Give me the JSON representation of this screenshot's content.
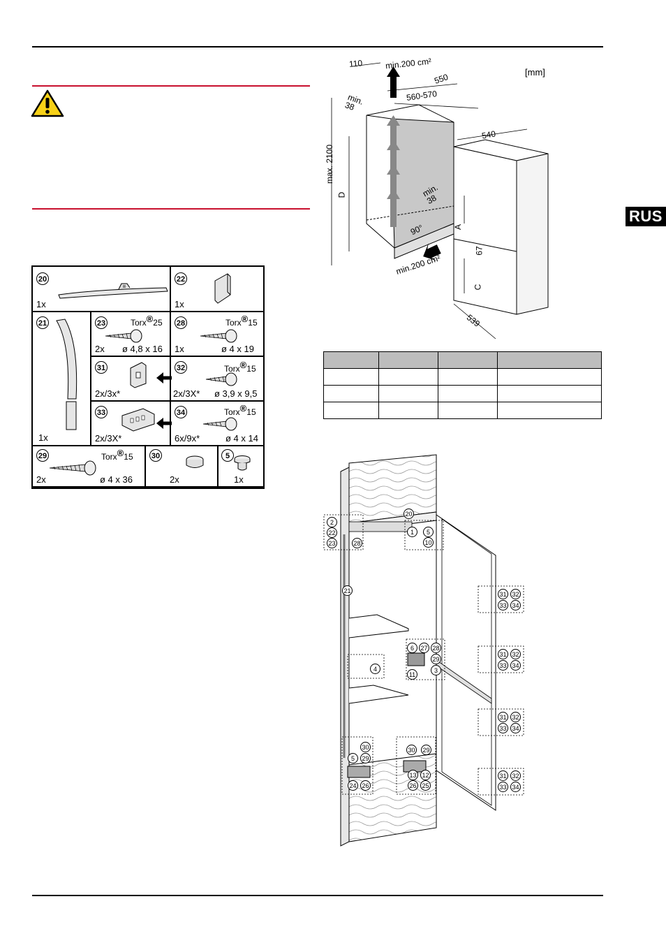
{
  "language_tab": "RUS",
  "parts": [
    {
      "num": "20",
      "qty": "1x"
    },
    {
      "num": "22",
      "qty": "1x"
    },
    {
      "num": "21",
      "qty": "1x"
    },
    {
      "num": "23",
      "qty": "2x",
      "torx": "Torx",
      "torx_size": "25",
      "spec": "ø 4,8 x 16"
    },
    {
      "num": "28",
      "qty": "1x",
      "torx": "Torx",
      "torx_size": "15",
      "spec": "ø 4 x 19"
    },
    {
      "num": "31",
      "qty": "2x/3x*"
    },
    {
      "num": "32",
      "qty": "2x/3X*",
      "torx": "Torx",
      "torx_size": "15",
      "spec": "ø 3,9 x 9,5"
    },
    {
      "num": "33",
      "qty": "2x/3X*"
    },
    {
      "num": "34",
      "qty": "6x/9x*",
      "torx": "Torx",
      "torx_size": "15",
      "spec": "ø 4 x 14"
    },
    {
      "num": "29",
      "qty": "2x",
      "torx": "Torx",
      "torx_size": "15",
      "spec": "ø 4 x 36"
    },
    {
      "num": "30",
      "qty": "2x"
    },
    {
      "num": "5",
      "qty": "1x"
    }
  ],
  "torx_reg": "®",
  "niche_diagram": {
    "unit": "[mm]",
    "labels": {
      "w110": "110",
      "vent_top": "min.200 cm²",
      "d550": "550",
      "d560": "560-570",
      "min38a": "min.",
      "min38a_val": "38",
      "h2100": "max. 2100",
      "dimD": "D",
      "w540": "540",
      "min38b": "min.",
      "min38b_val": "38",
      "angle": "90°",
      "dimA": "A",
      "d67": "67",
      "dimC": "C",
      "vent_bottom": "min.200 cm²",
      "d539": "539"
    }
  },
  "install_callouts": [
    {
      "n": "20"
    },
    {
      "n": "2"
    },
    {
      "n": "22"
    },
    {
      "n": "23"
    },
    {
      "n": "28"
    },
    {
      "n": "1"
    },
    {
      "n": "5"
    },
    {
      "n": "10"
    },
    {
      "n": "21"
    },
    {
      "n": "31"
    },
    {
      "n": "32"
    },
    {
      "n": "33"
    },
    {
      "n": "34"
    },
    {
      "n": "6"
    },
    {
      "n": "27"
    },
    {
      "n": "28"
    },
    {
      "n": "29"
    },
    {
      "n": "3"
    },
    {
      "n": "11"
    },
    {
      "n": "4"
    },
    {
      "n": "31"
    },
    {
      "n": "32"
    },
    {
      "n": "33"
    },
    {
      "n": "34"
    },
    {
      "n": "31"
    },
    {
      "n": "32"
    },
    {
      "n": "33"
    },
    {
      "n": "34"
    },
    {
      "n": "30"
    },
    {
      "n": "29"
    },
    {
      "n": "5"
    },
    {
      "n": "30"
    },
    {
      "n": "29"
    },
    {
      "n": "13"
    },
    {
      "n": "12"
    },
    {
      "n": "24"
    },
    {
      "n": "26"
    },
    {
      "n": "26"
    },
    {
      "n": "25"
    },
    {
      "n": "31"
    },
    {
      "n": "32"
    },
    {
      "n": "33"
    },
    {
      "n": "34"
    }
  ]
}
